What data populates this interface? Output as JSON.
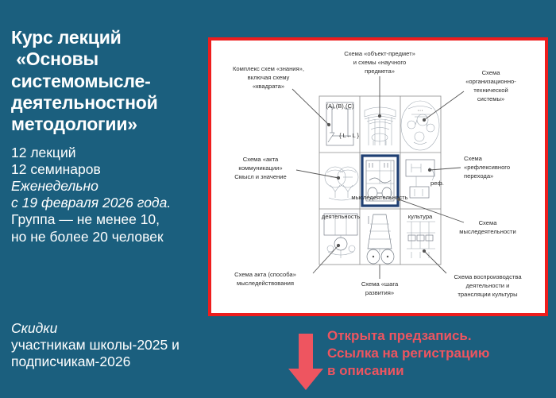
{
  "slide": {
    "background_color": "#1b5f7e",
    "accent_red": "#ee1d1d",
    "cta_color": "#ee5560",
    "highlight_blue": "#1f3f73"
  },
  "left_column": {
    "title_lines": [
      "Курс лекций",
      " «Основы",
      "системомысле-",
      "деятельностной",
      "методологии»"
    ],
    "detail_lines": [
      {
        "text": "12 лекций",
        "italic": false
      },
      {
        "text": "12 семинаров",
        "italic": false
      },
      {
        "text": "Еженедельно",
        "italic": true
      },
      {
        "text": "с 19 февраля 2026 года.",
        "italic": true
      },
      {
        "text": "Группа — не менее 10,",
        "italic": false
      },
      {
        "text": "но не более 20 человек",
        "italic": false
      }
    ],
    "discount_lines": [
      {
        "text": "Скидки",
        "italic": true
      },
      {
        "text": "участникам школы-2025 и",
        "italic": false
      },
      {
        "text": "подписчикам-2026",
        "italic": false
      }
    ]
  },
  "cta": {
    "arrow_icon": "down-arrow-icon",
    "lines": [
      "Открыта предзапись.",
      "Ссылка на регистрацию",
      "в описании"
    ]
  },
  "diagram": {
    "title_alt": "Схемы системомыследеятельностной методологии",
    "grid": {
      "rows": 3,
      "cols": 3,
      "highlighted_cell": {
        "row": 2,
        "col": 2
      }
    },
    "callouts": [
      {
        "id": "callout-knowledge",
        "position": "top-left",
        "lines": [
          "Комплекс схем «знания»,",
          "включая схему",
          "«квадрата»"
        ]
      },
      {
        "id": "callout-object-subject",
        "position": "top-center",
        "lines": [
          "Схема «объект-предмет»",
          "и схемы «научного",
          "предмета»"
        ]
      },
      {
        "id": "callout-org-technical-system",
        "position": "top-right",
        "lines": [
          "Схема",
          "«организационно-",
          "технической",
          "системы»"
        ]
      },
      {
        "id": "callout-communication-act",
        "position": "middle-left",
        "lines": [
          "Схема «акта",
          "коммуникации»",
          "Смысл и значение"
        ]
      },
      {
        "id": "callout-reflexive-transition",
        "position": "middle-right",
        "lines": [
          "Схема",
          "«рефлексивного",
          "перехода»"
        ]
      },
      {
        "id": "callout-thought-activity",
        "position": "right-lower",
        "lines": [
          "Схема",
          "мыследеятельности"
        ]
      },
      {
        "id": "callout-act-of-thought-action",
        "position": "bottom-left",
        "lines": [
          "Схема акта (способа»",
          "мыследействования"
        ]
      },
      {
        "id": "callout-step-of-development",
        "position": "bottom-center",
        "lines": [
          "Схема «шага",
          "развития»"
        ]
      },
      {
        "id": "callout-reproduction-of-activity",
        "position": "bottom-right",
        "lines": [
          "Схема воспроизводства",
          "деятельности и",
          "трансляции культуры"
        ]
      }
    ]
  }
}
